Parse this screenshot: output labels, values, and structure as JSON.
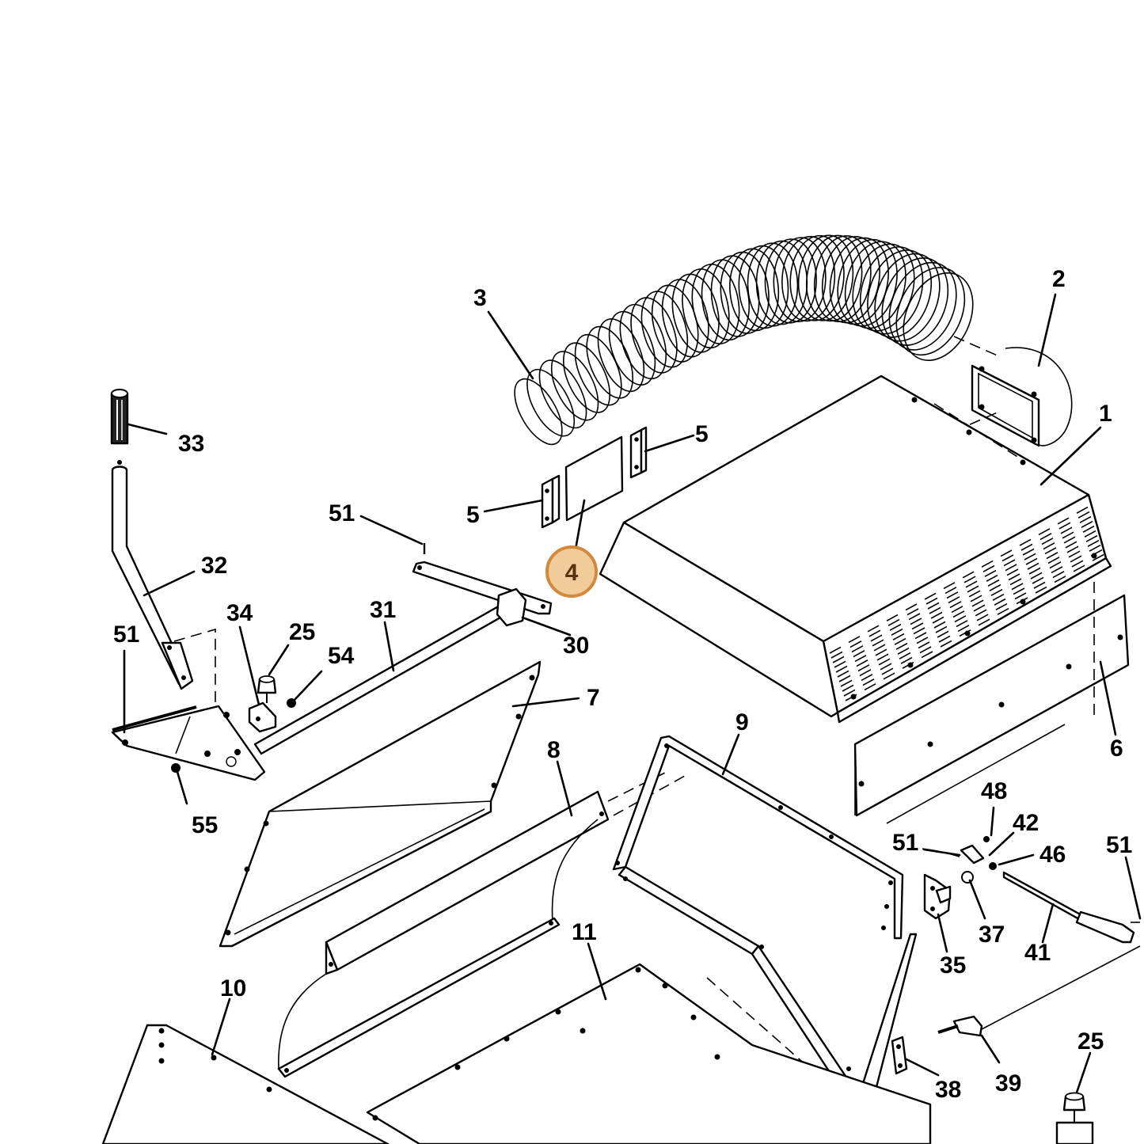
{
  "hotspot": {
    "label": "4",
    "fill": "#f1cc9b",
    "ring": "#d4893a"
  },
  "callouts": [
    {
      "id": "c1",
      "label": "1"
    },
    {
      "id": "c2",
      "label": "2"
    },
    {
      "id": "c3",
      "label": "3"
    },
    {
      "id": "c5a",
      "label": "5"
    },
    {
      "id": "c5b",
      "label": "5"
    },
    {
      "id": "c6",
      "label": "6"
    },
    {
      "id": "c7",
      "label": "7"
    },
    {
      "id": "c8",
      "label": "8"
    },
    {
      "id": "c9",
      "label": "9"
    },
    {
      "id": "c10",
      "label": "10"
    },
    {
      "id": "c11",
      "label": "11"
    },
    {
      "id": "c25a",
      "label": "25"
    },
    {
      "id": "c25b",
      "label": "25"
    },
    {
      "id": "c30",
      "label": "30"
    },
    {
      "id": "c31",
      "label": "31"
    },
    {
      "id": "c32",
      "label": "32"
    },
    {
      "id": "c33",
      "label": "33"
    },
    {
      "id": "c34",
      "label": "34"
    },
    {
      "id": "c35",
      "label": "35"
    },
    {
      "id": "c37",
      "label": "37"
    },
    {
      "id": "c38",
      "label": "38"
    },
    {
      "id": "c39",
      "label": "39"
    },
    {
      "id": "c41",
      "label": "41"
    },
    {
      "id": "c42",
      "label": "42"
    },
    {
      "id": "c46",
      "label": "46"
    },
    {
      "id": "c48",
      "label": "48"
    },
    {
      "id": "c51a",
      "label": "51"
    },
    {
      "id": "c51b",
      "label": "51"
    },
    {
      "id": "c51c",
      "label": "51"
    },
    {
      "id": "c51d",
      "label": "51"
    },
    {
      "id": "c54",
      "label": "54"
    },
    {
      "id": "c55",
      "label": "55"
    }
  ]
}
